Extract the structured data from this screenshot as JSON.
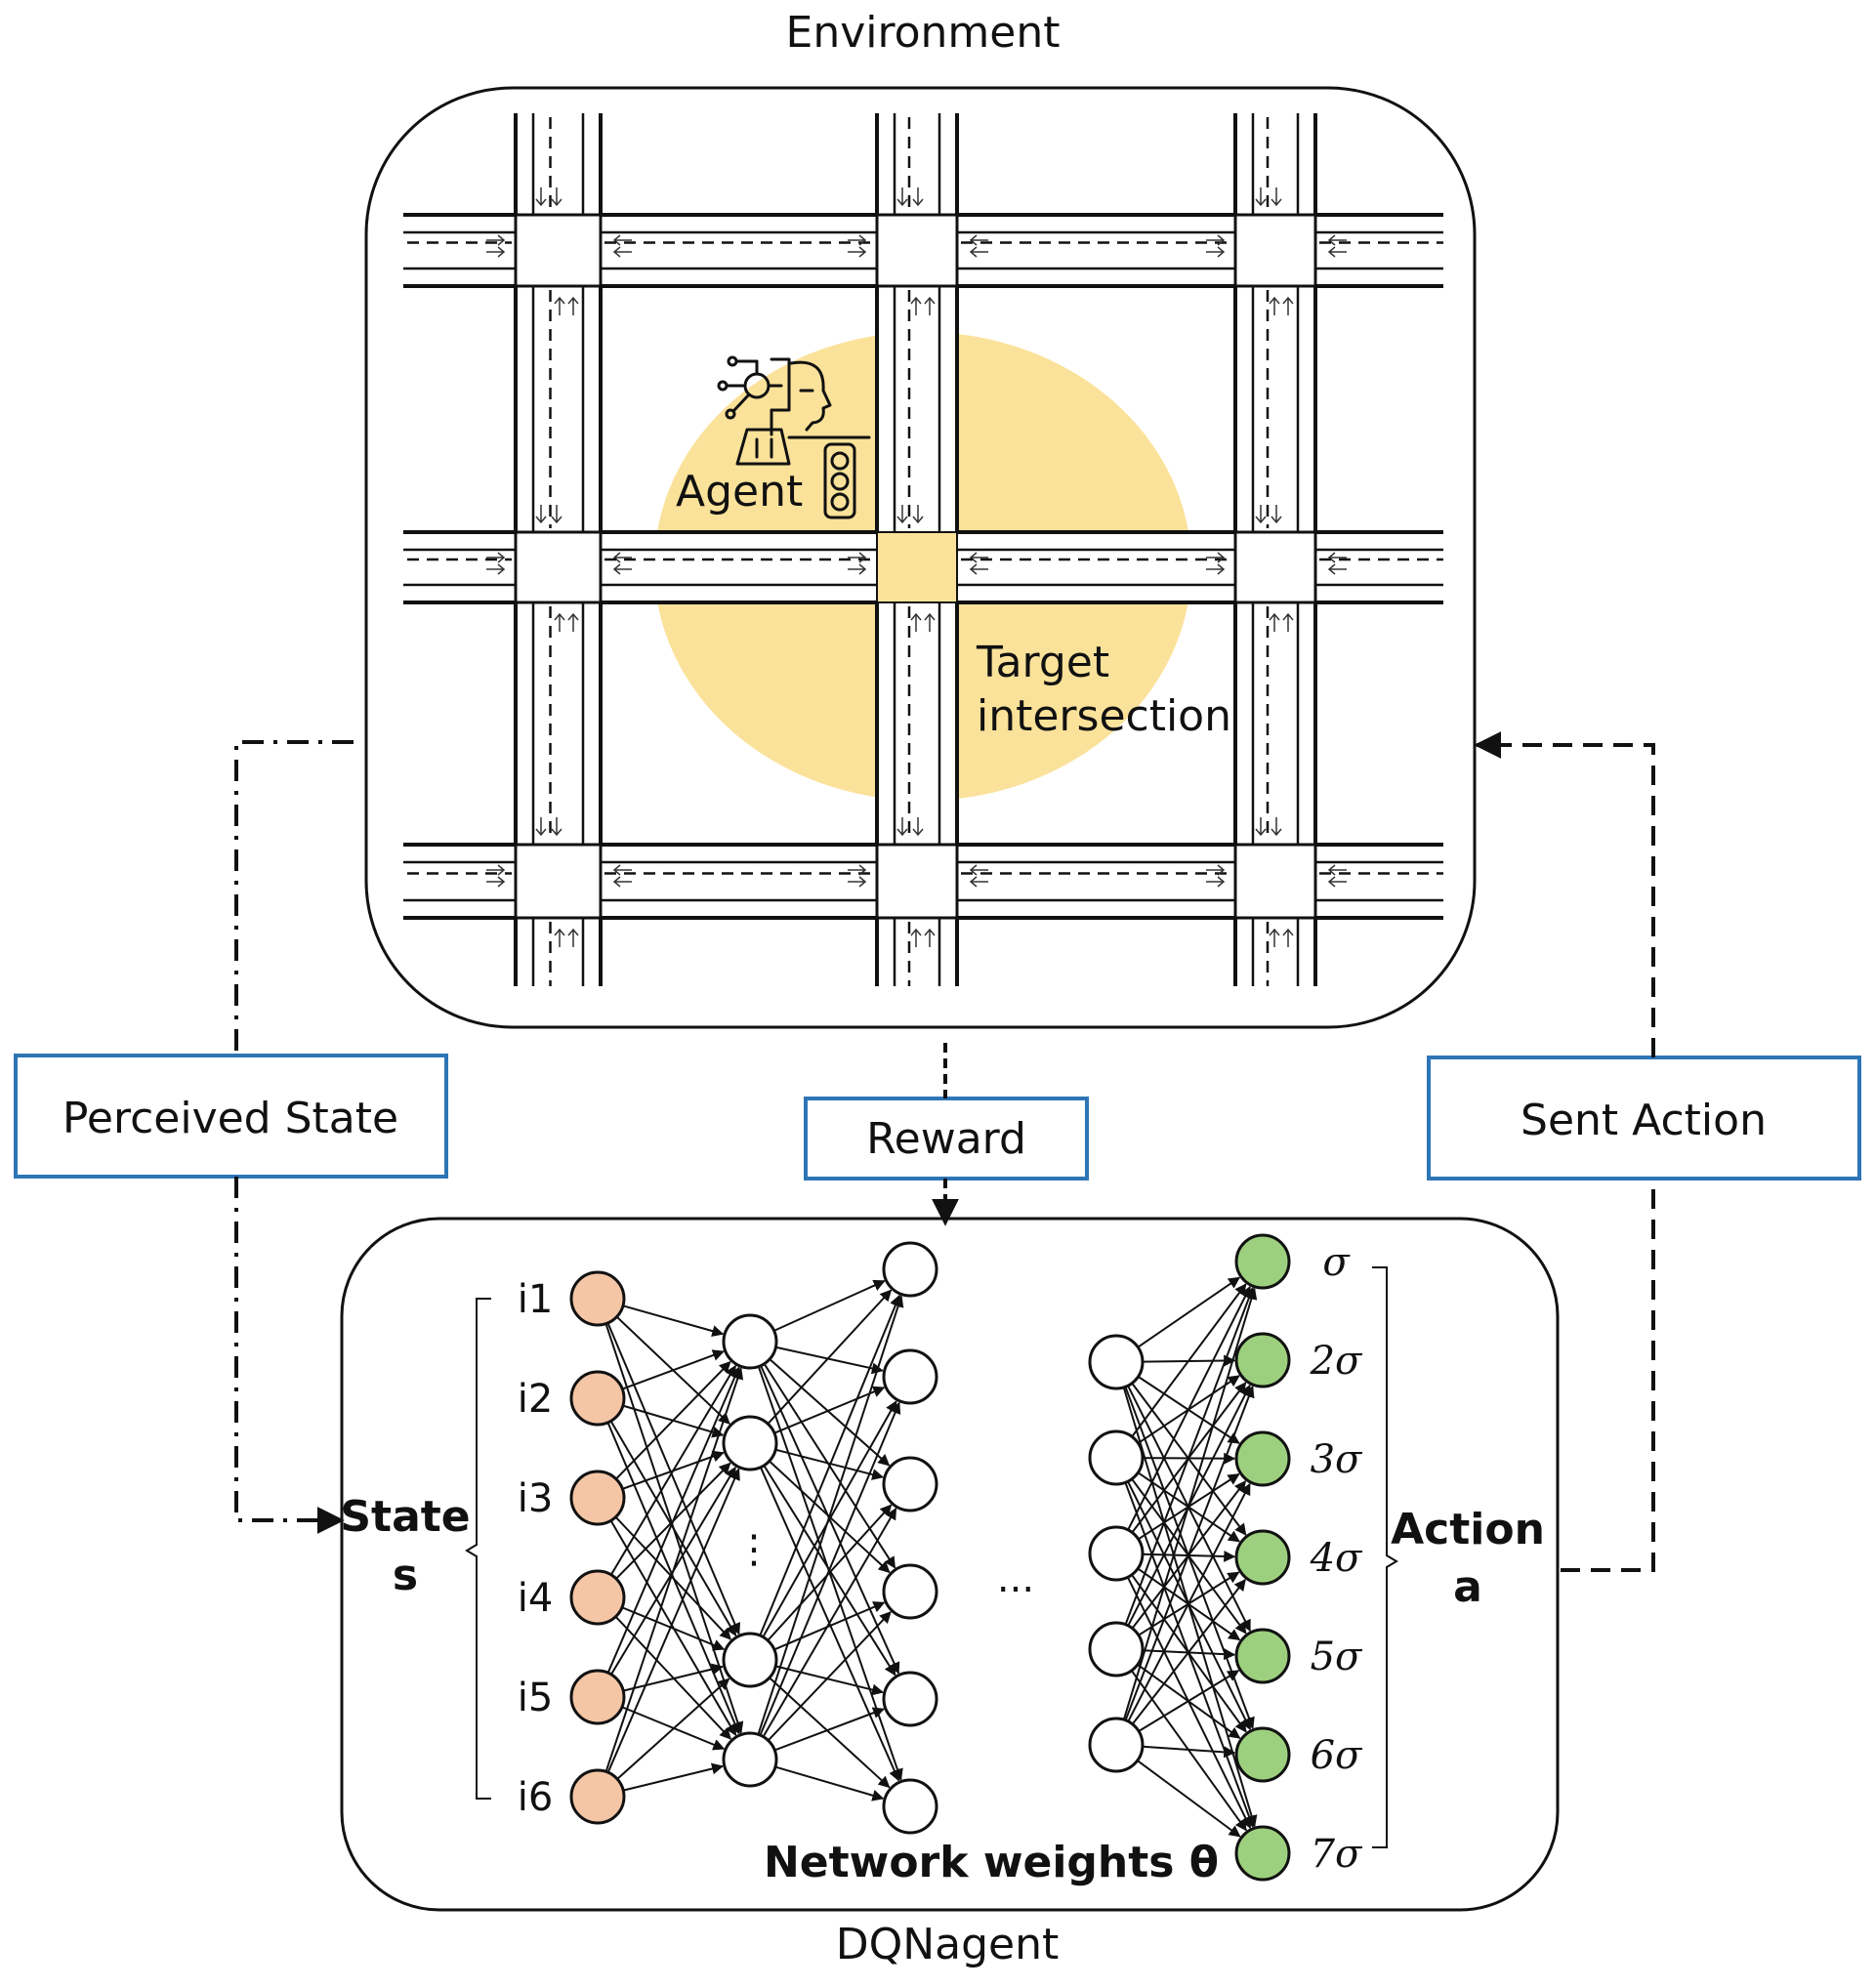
{
  "environment": {
    "title": "Environment",
    "agent_label": "Agent",
    "target_label_line1": "Target",
    "target_label_line2": "intersection",
    "highlight_color": "#fbe29a"
  },
  "links": {
    "perceived_state": "Perceived State",
    "reward": "Reward",
    "sent_action": "Sent Action",
    "box_border_color": "#2e75b6"
  },
  "agent": {
    "title": "DQNagent",
    "state_label_line1": "State",
    "state_label_line2": "s",
    "action_label_line1": "Action",
    "action_label_line2": "a",
    "weights_label": "Network weights θ",
    "hidden_ellipsis": "⋮",
    "layers_ellipsis": "...",
    "inputs": [
      "i1",
      "i2",
      "i3",
      "i4",
      "i5",
      "i6"
    ],
    "outputs": [
      "σ",
      "2σ",
      "3σ",
      "4σ",
      "5σ",
      "6σ",
      "7σ"
    ],
    "input_color": "#f4c6a6",
    "output_color": "#9dd07e"
  }
}
